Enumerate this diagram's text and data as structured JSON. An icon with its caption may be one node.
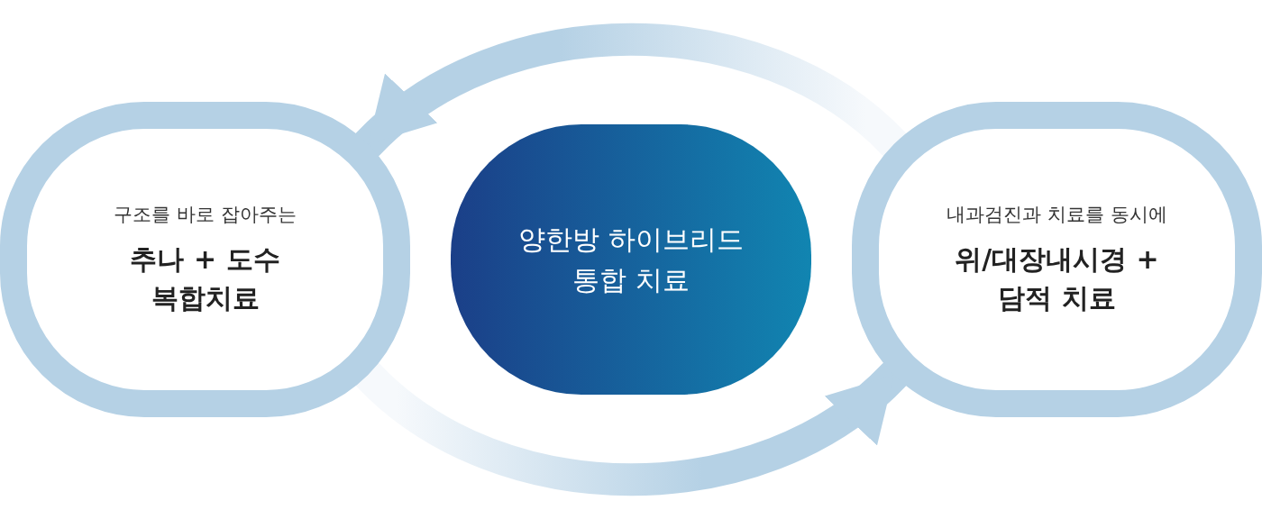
{
  "diagram": {
    "nodes": [
      {
        "text": [
          "구조를 바로 잡아주는",
          "추나 + 도수 복합치료"
        ]
      },
      {
        "text": [
          "양한방 하이브리드 통합 치료"
        ]
      },
      {
        "text": [
          "내과검진과 치료를 동시에",
          "위/대장내시경 + 담적 치료"
        ]
      }
    ],
    "edges": [
      {
        "from": 2,
        "to": 0,
        "arrow": "to",
        "style": "thick"
      },
      {
        "from": 0,
        "to": 2,
        "arrow": "to",
        "style": "thick"
      }
    ]
  }
}
